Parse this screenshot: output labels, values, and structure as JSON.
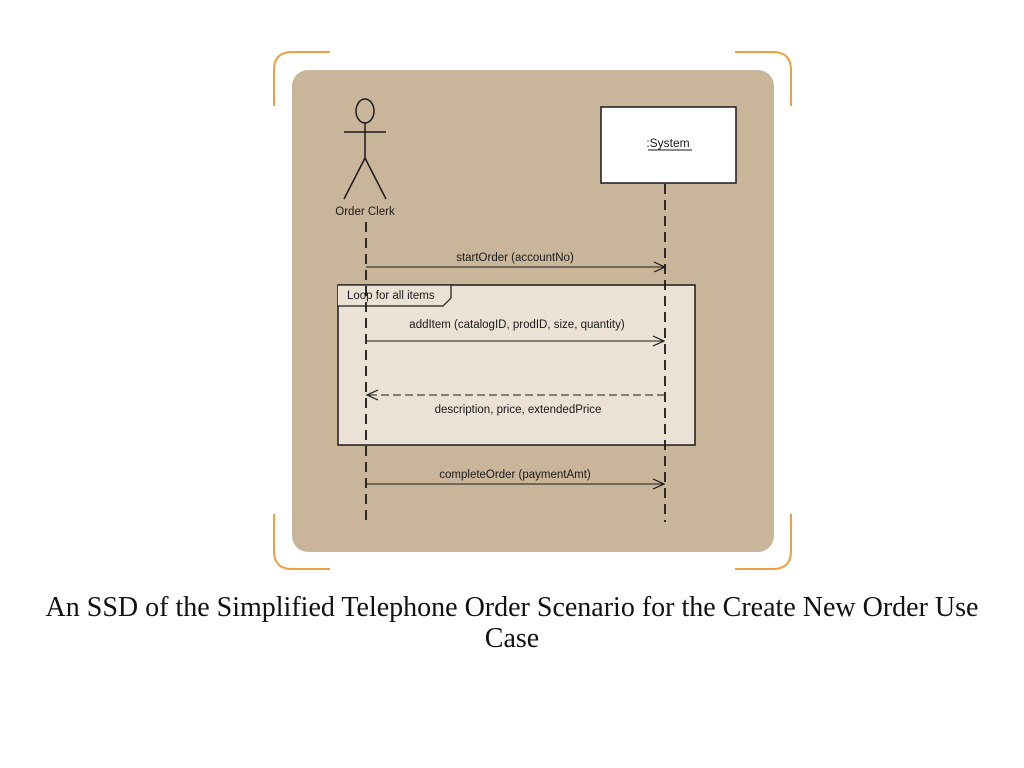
{
  "diagram": {
    "actor": {
      "label": "Order Clerk"
    },
    "system": {
      "label": ":System"
    },
    "messages": {
      "start_order": "startOrder (accountNo)",
      "add_item": "addItem (catalogID, prodID, size, quantity)",
      "add_item_return": "description, price, extendedPrice",
      "complete_order": "completeOrder (paymentAmt)"
    },
    "loop": {
      "label": "Loop for all items"
    }
  },
  "caption": "An SSD of the Simplified Telephone Order Scenario for the Create New Order Use Case",
  "colors": {
    "panel_background": "#c9b59a",
    "loop_fill": "#ebe1d4",
    "corner_brackets": "#f0a040",
    "lines": "#1a1a1a"
  }
}
